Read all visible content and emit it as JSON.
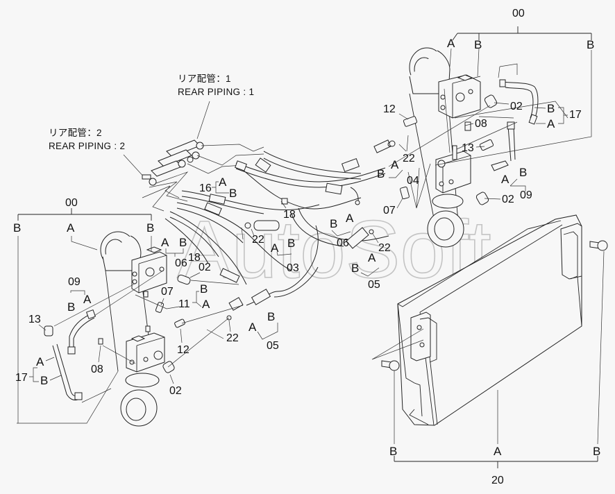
{
  "watermark": "AutoSoft",
  "notes": {
    "rear_piping_1_jp": "リア配管：1",
    "rear_piping_1_en": "REAR  PIPING  :  1",
    "rear_piping_2_jp": "リア配管：2",
    "rear_piping_2_en": "REAR  PIPING  :  2"
  },
  "assemblies": {
    "top_right_00": {
      "ref": "00",
      "a": "A",
      "b1": "B",
      "b2": "B"
    },
    "left_00": {
      "ref": "00",
      "a": "A",
      "b1": "B",
      "b2": "B"
    },
    "bottom_20": {
      "ref": "20",
      "a": "A",
      "b1": "B",
      "b2": "B"
    }
  },
  "callouts": [
    {
      "id": "c02_tr1",
      "text": "02"
    },
    {
      "id": "c02_tr2",
      "text": "02"
    },
    {
      "id": "c12_tr",
      "text": "12"
    },
    {
      "id": "c22_tr",
      "text": "22"
    },
    {
      "id": "c08_tr",
      "text": "08"
    },
    {
      "id": "c13_tr",
      "text": "13"
    },
    {
      "id": "c04",
      "text": "04"
    },
    {
      "id": "c07_tr",
      "text": "07"
    },
    {
      "id": "c09_tr",
      "text": "09"
    },
    {
      "id": "c17_tr",
      "text": "17"
    },
    {
      "id": "c16",
      "text": "16"
    },
    {
      "id": "c18_a",
      "text": "18"
    },
    {
      "id": "c18_b",
      "text": "18"
    },
    {
      "id": "c22_mid1",
      "text": "22"
    },
    {
      "id": "c22_mid2",
      "text": "22"
    },
    {
      "id": "c03",
      "text": "03"
    },
    {
      "id": "c06_a",
      "text": "06"
    },
    {
      "id": "c06_b",
      "text": "06"
    },
    {
      "id": "c05_a",
      "text": "05"
    },
    {
      "id": "c05_b",
      "text": "05"
    },
    {
      "id": "c02_l1",
      "text": "02"
    },
    {
      "id": "c02_l2",
      "text": "02"
    },
    {
      "id": "c11",
      "text": "11"
    },
    {
      "id": "c07_l",
      "text": "07"
    },
    {
      "id": "c09_l",
      "text": "09"
    },
    {
      "id": "c13_l",
      "text": "13"
    },
    {
      "id": "c08_l",
      "text": "08"
    },
    {
      "id": "c12_l",
      "text": "12"
    },
    {
      "id": "c22_l",
      "text": "22"
    },
    {
      "id": "c17_l",
      "text": "17"
    }
  ],
  "ab": {
    "A": "A",
    "B": "B"
  }
}
